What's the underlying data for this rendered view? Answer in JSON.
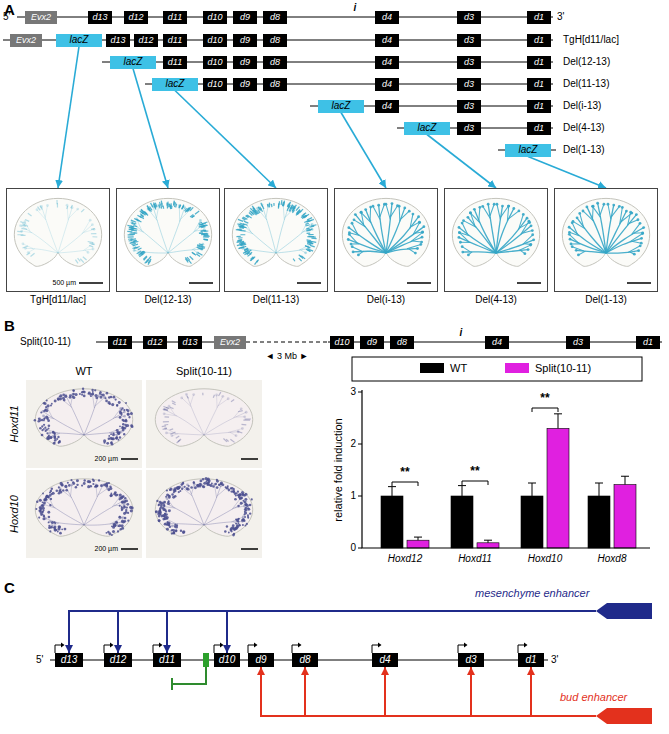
{
  "diagram": {
    "nodes": [
      {
        "text": [
          "Evx2"
        ]
      },
      {
        "text": [
          "d13"
        ]
      },
      {
        "text": [
          "d12"
        ]
      },
      {
        "text": [
          "d11"
        ]
      },
      {
        "text": [
          "d10"
        ]
      },
      {
        "text": [
          "d9"
        ]
      },
      {
        "text": [
          "d8"
        ]
      },
      {
        "text": [
          "d4"
        ]
      },
      {
        "text": [
          "d3"
        ]
      },
      {
        "text": [
          "d1"
        ]
      },
      {
        "text": [
          "Evx2"
        ]
      },
      {
        "text": [
          "lacZ"
        ]
      },
      {
        "text": [
          "d13"
        ]
      },
      {
        "text": [
          "d12"
        ]
      },
      {
        "text": [
          "d11"
        ]
      },
      {
        "text": [
          "d10"
        ]
      },
      {
        "text": [
          "d9"
        ]
      },
      {
        "text": [
          "d8"
        ]
      },
      {
        "text": [
          "d4"
        ]
      },
      {
        "text": [
          "d3"
        ]
      },
      {
        "text": [
          "d1"
        ]
      },
      {
        "text": [
          "lacZ"
        ]
      },
      {
        "text": [
          "d11"
        ]
      },
      {
        "text": [
          "d10"
        ]
      },
      {
        "text": [
          "d9"
        ]
      },
      {
        "text": [
          "d8"
        ]
      },
      {
        "text": [
          "d4"
        ]
      },
      {
        "text": [
          "d3"
        ]
      },
      {
        "text": [
          "d1"
        ]
      },
      {
        "text": [
          "lacZ"
        ]
      },
      {
        "text": [
          "d10"
        ]
      },
      {
        "text": [
          "d9"
        ]
      },
      {
        "text": [
          "d8"
        ]
      },
      {
        "text": [
          "d4"
        ]
      },
      {
        "text": [
          "d3"
        ]
      },
      {
        "text": [
          "d1"
        ]
      },
      {
        "text": [
          "lacZ"
        ]
      },
      {
        "text": [
          "d4"
        ]
      },
      {
        "text": [
          "d3"
        ]
      },
      {
        "text": [
          "d1"
        ]
      },
      {
        "text": [
          "lacZ"
        ]
      },
      {
        "text": [
          "d3"
        ]
      },
      {
        "text": [
          "d1"
        ]
      },
      {
        "text": [
          "lacZ"
        ]
      },
      {
        "text": [
          "TgH[d11/lac]"
        ]
      },
      {
        "text": [
          "Del(12-13)"
        ]
      },
      {
        "text": [
          "Del(11-13)"
        ]
      },
      {
        "text": [
          "Del(i-13)"
        ]
      },
      {
        "text": [
          "Del(4-13)"
        ]
      },
      {
        "text": [
          "Del(1-13)"
        ]
      },
      {
        "text": [
          "d11"
        ]
      },
      {
        "text": [
          "d12"
        ]
      },
      {
        "text": [
          "d13"
        ]
      },
      {
        "text": [
          "Evx2"
        ]
      },
      {
        "text": [
          "d10"
        ]
      },
      {
        "text": [
          "d9"
        ]
      },
      {
        "text": [
          "d8"
        ]
      },
      {
        "text": [
          "d4"
        ]
      },
      {
        "text": [
          "d3"
        ]
      },
      {
        "text": [
          "d1"
        ]
      },
      {
        "text": [
          "mesenchyme enhancer"
        ]
      },
      {
        "text": [
          "d13"
        ]
      },
      {
        "text": [
          "d12"
        ]
      },
      {
        "text": [
          "d11"
        ]
      },
      {
        "text": [
          "d10"
        ]
      },
      {
        "text": [
          "d9"
        ]
      },
      {
        "text": [
          "d8"
        ]
      },
      {
        "text": [
          "d4"
        ]
      },
      {
        "text": [
          "d3"
        ]
      },
      {
        "text": [
          "d1"
        ]
      },
      {
        "text": [
          "bud enhancer"
        ]
      }
    ],
    "edges": [
      {
        "from": 11,
        "to": 44,
        "arrow": "to"
      },
      {
        "from": 21,
        "to": 45,
        "arrow": "to"
      },
      {
        "from": 29,
        "to": 46,
        "arrow": "to"
      },
      {
        "from": 36,
        "to": 47,
        "arrow": "to"
      },
      {
        "from": 40,
        "to": 48,
        "arrow": "to"
      },
      {
        "from": 43,
        "to": 49,
        "arrow": "to"
      },
      {
        "from": 60,
        "to": 61,
        "arrow": "to"
      },
      {
        "from": 60,
        "to": 62,
        "arrow": "to"
      },
      {
        "from": 60,
        "to": 63,
        "arrow": "to"
      },
      {
        "from": 60,
        "to": 64,
        "arrow": "to"
      },
      {
        "from": 70,
        "to": 65,
        "arrow": "to"
      },
      {
        "from": 70,
        "to": 66,
        "arrow": "to"
      },
      {
        "from": 70,
        "to": 67,
        "arrow": "to"
      },
      {
        "from": 70,
        "to": 68,
        "arrow": "to"
      },
      {
        "from": 70,
        "to": 69,
        "arrow": "to"
      }
    ],
    "labels": [
      "A",
      "5'",
      "i",
      "3'",
      "TgH[d11/lac]",
      "Del(12-13)",
      "Del(11-13)",
      "Del(i-13)",
      "Del(4-13)",
      "Del(1-13)",
      "500 µm",
      "B",
      "Split(10-11)",
      "i",
      "◄ 3 Mb ►",
      "WT",
      "Split(10-11)",
      "Hoxd11",
      "Hoxd10",
      "200 µm",
      "200 µm",
      "3",
      "2",
      "1",
      "0",
      "relative fold induction",
      "Hoxd12",
      "Hoxd11",
      "Hoxd10",
      "Hoxd8",
      "**",
      "**",
      "**",
      "C",
      "5'",
      "3'"
    ],
    "legend": [
      {
        "text": "WT",
        "color": "#000000"
      },
      {
        "text": "Split(10-11)",
        "color": "#e020e0"
      }
    ]
  }
}
